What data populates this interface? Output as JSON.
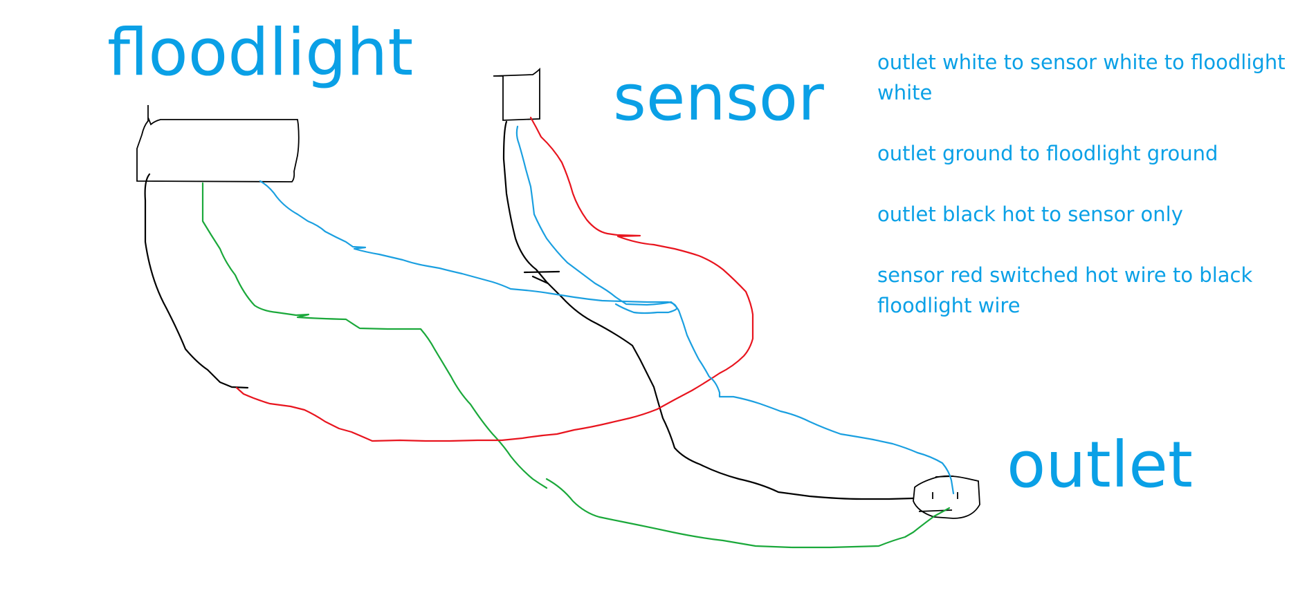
{
  "labels": {
    "floodlight": "floodlight",
    "sensor": "sensor",
    "outlet": "outlet"
  },
  "notes": [
    "outlet white to sensor white to floodlight white",
    "outlet ground to floodlight ground",
    "outlet black hot to sensor only",
    "sensor red switched hot wire to black floodlight wire"
  ],
  "colors": {
    "label": "#0aa0e6",
    "white_wire": "#1a9fe0",
    "ground_wire": "#1aa83a",
    "hot_wire": "#000000",
    "switched_hot_wire": "#e8141e"
  }
}
